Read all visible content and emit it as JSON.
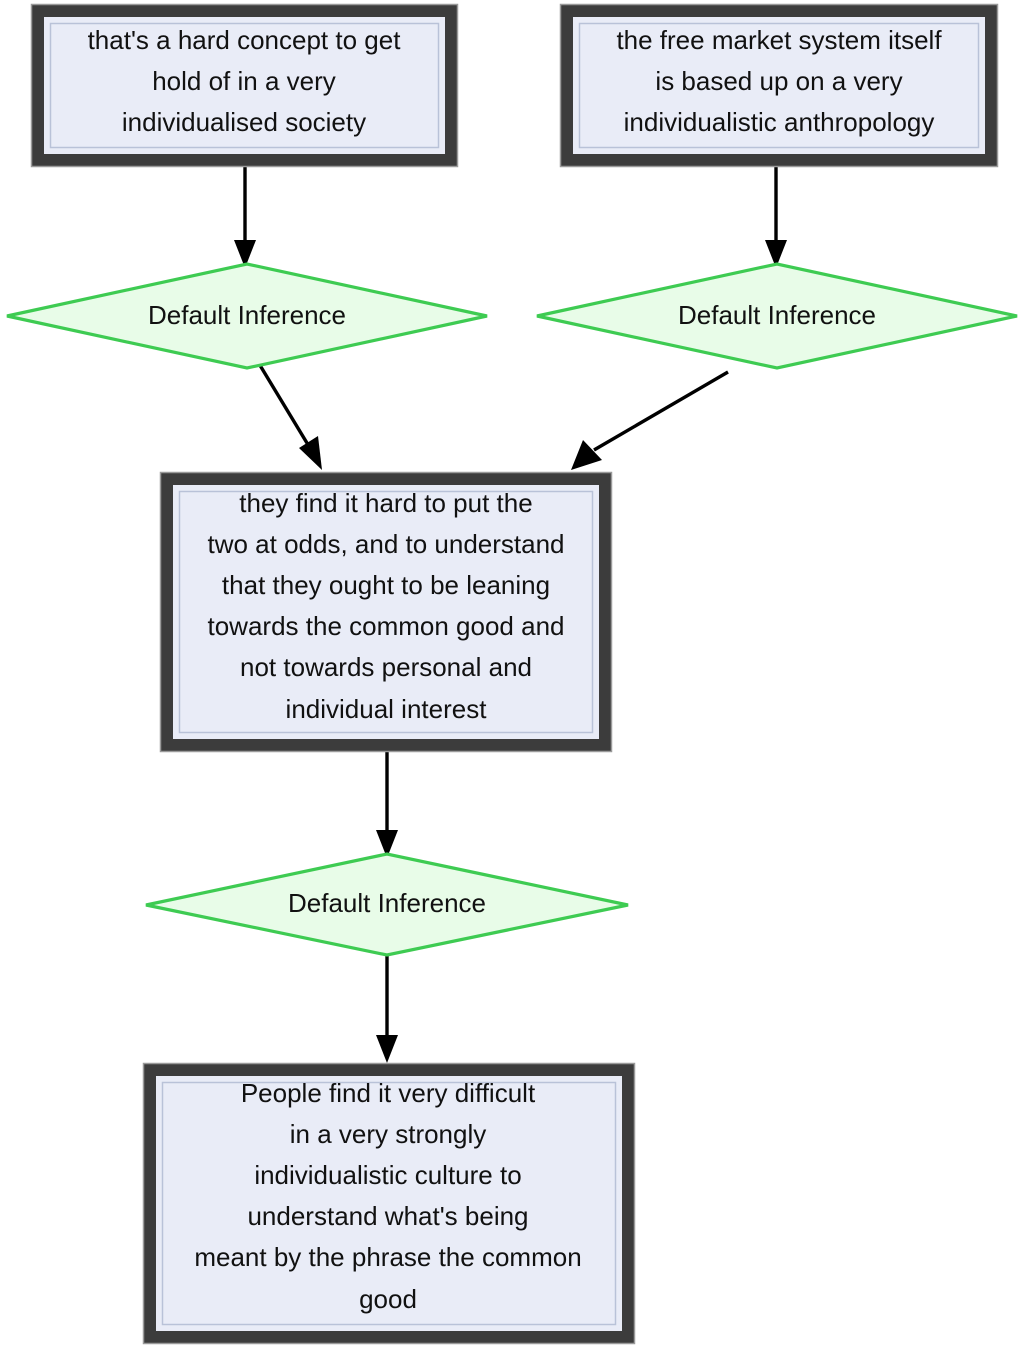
{
  "diagram": {
    "type": "argument-map",
    "background_color": "#ffffff",
    "palette": {
      "proposition_fill": "#e9ecf7",
      "proposition_border": "#3c3c3c",
      "inference_fill": "#e8fce8",
      "inference_border": "#3ecb52",
      "edge_color": "#000000",
      "text_color": "#111111"
    },
    "nodes": [
      {
        "id": "prop_top_left",
        "kind": "proposition",
        "lines": [
          "that's a hard concept to get",
          "hold of in a very",
          "individualised society"
        ]
      },
      {
        "id": "prop_top_right",
        "kind": "proposition",
        "lines": [
          "the free market system itself",
          "is based up on a very",
          "individualistic anthropology"
        ]
      },
      {
        "id": "inference_left",
        "kind": "inference",
        "label": "Default Inference"
      },
      {
        "id": "inference_right",
        "kind": "inference",
        "label": "Default Inference"
      },
      {
        "id": "prop_middle",
        "kind": "proposition",
        "lines": [
          "they find it hard to put the",
          "two at odds, and to understand",
          "that they ought to be leaning",
          "towards the common good and",
          "not towards personal and",
          "individual interest"
        ]
      },
      {
        "id": "inference_bottom",
        "kind": "inference",
        "label": "Default Inference"
      },
      {
        "id": "prop_bottom",
        "kind": "proposition",
        "lines": [
          "People find it very difficult",
          "in a very strongly",
          "individualistic culture to",
          "understand what's being",
          "meant by the phrase the common",
          "good"
        ]
      }
    ],
    "edges": [
      {
        "from": "prop_top_left",
        "to": "inference_left"
      },
      {
        "from": "prop_top_right",
        "to": "inference_right"
      },
      {
        "from": "inference_left",
        "to": "prop_middle"
      },
      {
        "from": "inference_right",
        "to": "prop_middle"
      },
      {
        "from": "prop_middle",
        "to": "inference_bottom"
      },
      {
        "from": "inference_bottom",
        "to": "prop_bottom"
      }
    ]
  }
}
